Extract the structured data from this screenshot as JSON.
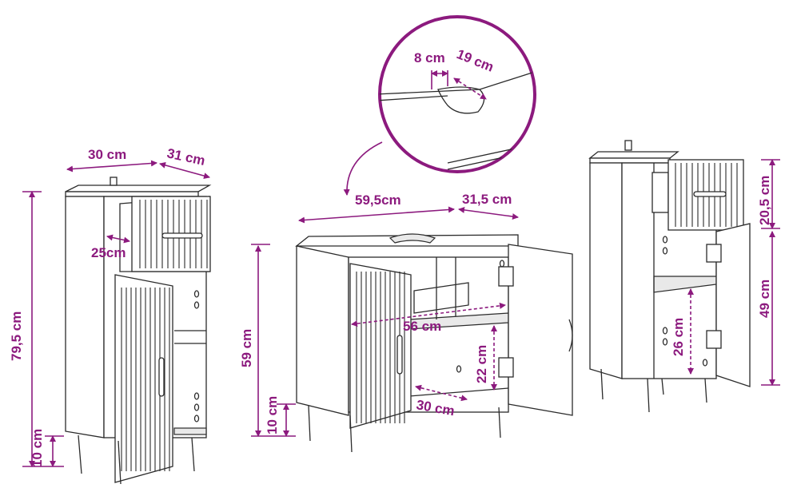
{
  "colors": {
    "dimension": "#8c1a7e",
    "line": "#2b2b2b",
    "background": "#ffffff"
  },
  "left_cabinet": {
    "width": "30 cm",
    "depth": "31 cm",
    "drawer_depth": "25cm",
    "height": "79,5 cm",
    "leg_height": "10 cm"
  },
  "middle_cabinet": {
    "width": "59,5cm",
    "depth": "31,5 cm",
    "height": "59 cm",
    "leg_height": "10 cm",
    "inner_width": "56 cm",
    "inner_height": "22 cm",
    "inner_depth": "30 cm"
  },
  "detail": {
    "cutout_width": "8 cm",
    "cutout_depth": "19 cm"
  },
  "right_cabinet": {
    "drawer_height": "20,5 cm",
    "door_height": "49 cm",
    "shelf_height": "26 cm"
  }
}
